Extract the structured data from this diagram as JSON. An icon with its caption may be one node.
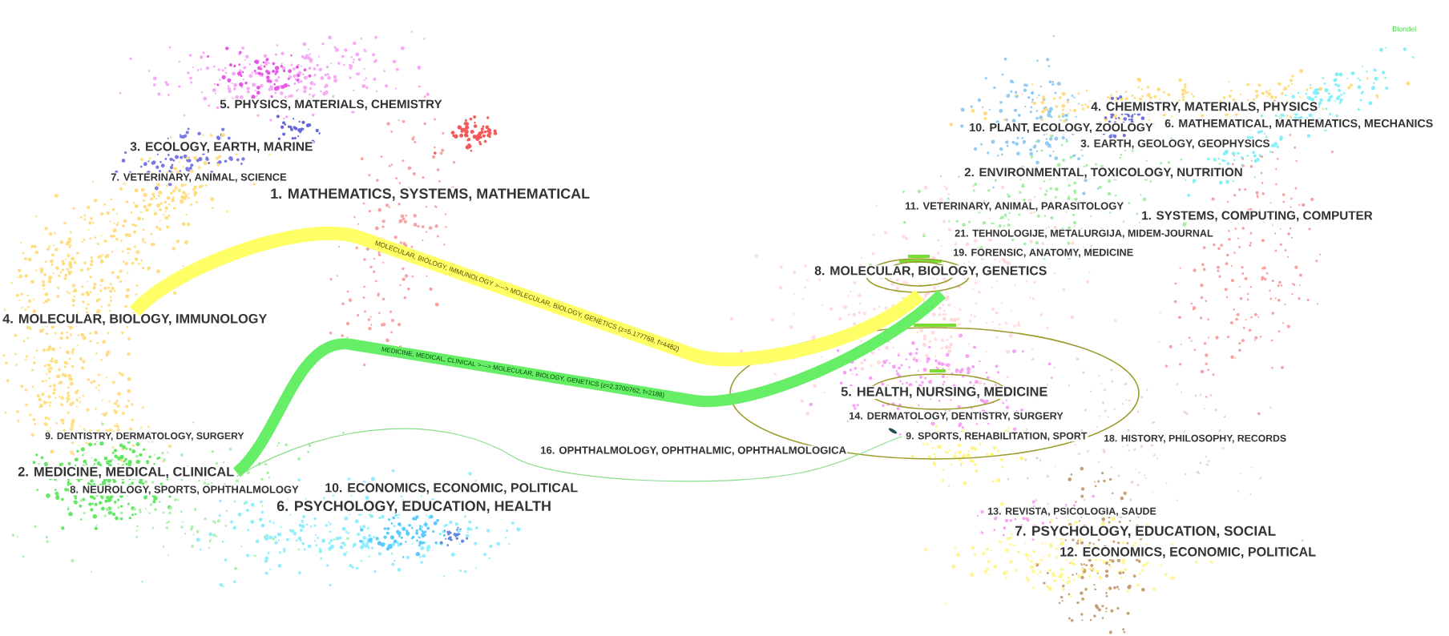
{
  "diagram": {
    "nodes": [
      {
        "text": [
          "5. PHYSICS, MATERIALS, CHEMISTRY"
        ]
      },
      {
        "text": [
          "3. ECOLOGY, EARTH, MARINE"
        ]
      },
      {
        "text": [
          "7. VETERINARY, ANIMAL, SCIENCE"
        ]
      },
      {
        "text": [
          "1. MATHEMATICS, SYSTEMS, MATHEMATICAL"
        ]
      },
      {
        "text": [
          "4. MOLECULAR, BIOLOGY, IMMUNOLOGY"
        ]
      },
      {
        "text": [
          "9. DENTISTRY, DERMATOLOGY, SURGERY"
        ]
      },
      {
        "text": [
          "2. MEDICINE, MEDICAL, CLINICAL"
        ]
      },
      {
        "text": [
          "8. NEUROLOGY, SPORTS, OPHTHALMOLOGY"
        ]
      },
      {
        "text": [
          "10. ECONOMICS, ECONOMIC, POLITICAL"
        ]
      },
      {
        "text": [
          "6. PSYCHOLOGY, EDUCATION, HEALTH"
        ]
      },
      {
        "text": [
          "10. PLANT, ECOLOGY, ZOOLOGY"
        ]
      },
      {
        "text": [
          "4. CHEMISTRY, MATERIALS, PHYSICS"
        ]
      },
      {
        "text": [
          "6. MATHEMATICAL, MATHEMATICS, MECHANICS"
        ]
      },
      {
        "text": [
          "3. EARTH, GEOLOGY, GEOPHYSICS"
        ]
      },
      {
        "text": [
          "2. ENVIRONMENTAL, TOXICOLOGY, NUTRITION"
        ]
      },
      {
        "text": [
          "11. VETERINARY, ANIMAL, PARASITOLOGY"
        ]
      },
      {
        "text": [
          "1. SYSTEMS, COMPUTING, COMPUTER"
        ]
      },
      {
        "text": [
          "21. TEHNOLOGIJE, METALURGIJA, MIDEM-JOURNAL"
        ]
      },
      {
        "text": [
          "19. FORENSIC, ANATOMY, MEDICINE"
        ]
      },
      {
        "text": [
          "8. MOLECULAR, BIOLOGY, GENETICS"
        ]
      },
      {
        "text": [],
        "shape": "ellipse"
      },
      {
        "text": [
          "5. HEALTH, NURSING, MEDICINE"
        ],
        "in": 20
      },
      {
        "text": [
          "14. DERMATOLOGY, DENTISTRY, SURGERY"
        ],
        "in": 20
      },
      {
        "text": [
          "9. SPORTS, REHABILITATION, SPORT"
        ],
        "in": 20
      },
      {
        "text": [
          "18. HISTORY, PHILOSOPHY, RECORDS"
        ]
      },
      {
        "text": [
          "16. OPHTHALMOLOGY, OPHTHALMIC, OPHTHALMOLOGICA"
        ]
      },
      {
        "text": [
          "13. REVISTA, PSICOLOGIA, SAUDE"
        ]
      },
      {
        "text": [
          "7. PSYCHOLOGY, EDUCATION, SOCIAL"
        ]
      },
      {
        "text": [
          "12. ECONOMICS, ECONOMIC, POLITICAL"
        ]
      }
    ],
    "edges": [
      {
        "from": 4,
        "to": 19,
        "arrow": "none",
        "label": "MOLECULAR, BIOLOGY, IMMUNOLOGY >---> MOLECULAR, BIOLOGY, GENETICS (z=5.177768, f=4482)",
        "color": "#ffff66"
      },
      {
        "from": 6,
        "to": 19,
        "arrow": "none",
        "label": "MEDICINE, MEDICAL, CLINICAL >---> MOLECULAR, BIOLOGY, GENETICS (z=2.3700762, f=2188)",
        "color": "#66ee66"
      },
      {
        "from": 6,
        "to": 23,
        "arrow": "none",
        "color": "#88dd88"
      }
    ],
    "labels": [
      "Blondel"
    ]
  }
}
